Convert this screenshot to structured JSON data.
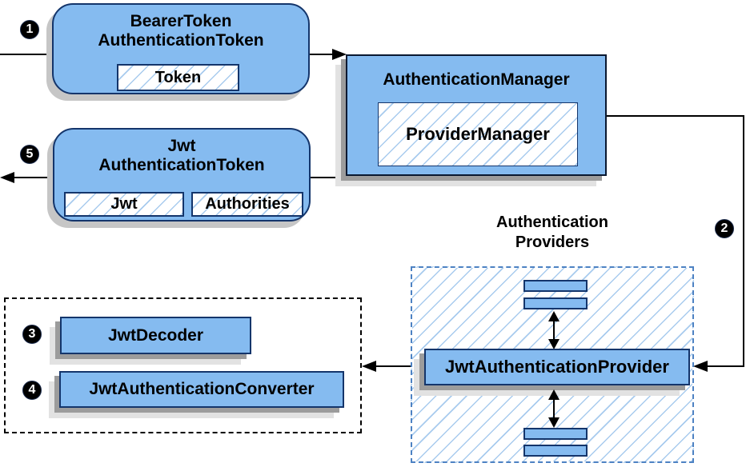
{
  "colors": {
    "box_fill": "#85bbf0",
    "box_border": "#14356b",
    "hatch_line": "#a8cbee",
    "shadow_dark": "#9c9c9c",
    "shadow_light": "#e2e2e2",
    "providers_dash": "#4d82c3"
  },
  "nodes": {
    "bearer_token": {
      "line1": "BearerToken",
      "line2": "AuthenticationToken",
      "token": "Token"
    },
    "jwt_token": {
      "line1": "Jwt",
      "line2": "AuthenticationToken",
      "jwt": "Jwt",
      "authorities": "Authorities"
    },
    "authentication_manager": {
      "title": "AuthenticationManager",
      "provider_manager": "ProviderManager"
    },
    "providers_group": {
      "heading1": "Authentication",
      "heading2": "Providers",
      "provider": "JwtAuthenticationProvider"
    },
    "converter_group": {
      "decoder": "JwtDecoder",
      "converter": "JwtAuthenticationConverter"
    }
  },
  "badges": {
    "step1": "1",
    "step2": "2",
    "step3": "3",
    "step4": "4",
    "step5": "5"
  }
}
